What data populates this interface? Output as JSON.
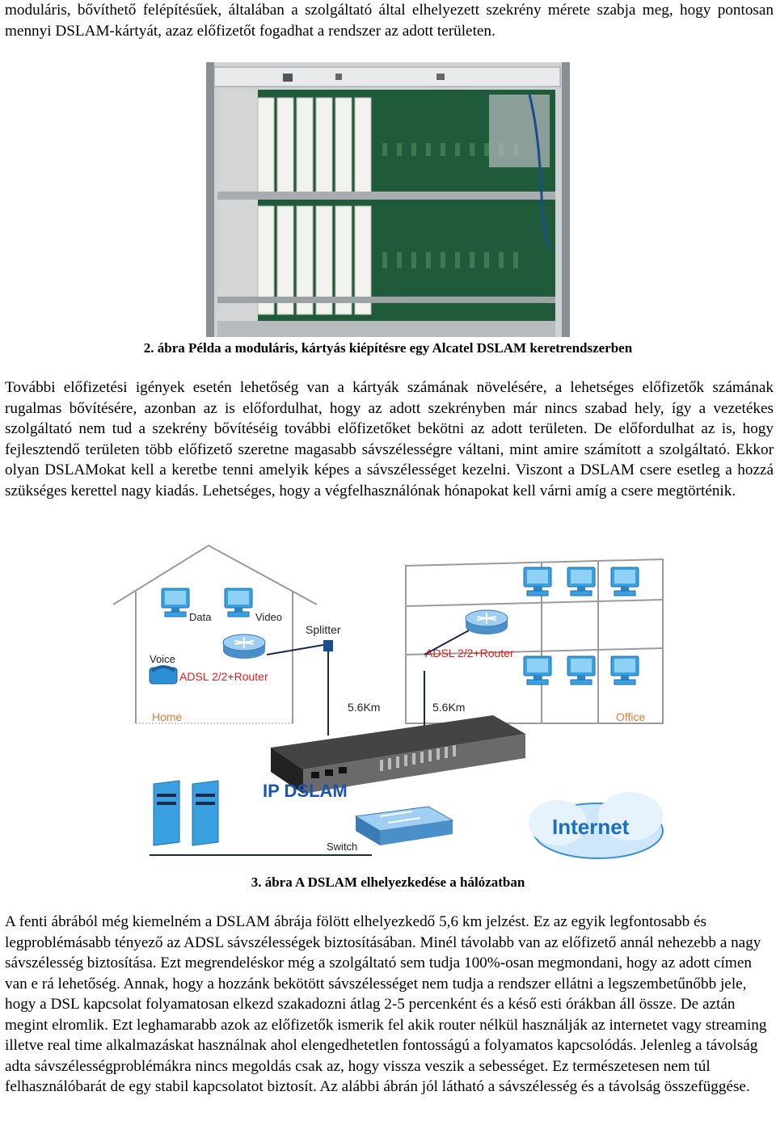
{
  "paragraphs": {
    "p1": "moduláris, bővíthető felépítésűek, általában a szolgáltató által elhelyezett szekrény mérete szabja meg, hogy pontosan mennyi DSLAM-kártyát, azaz előfizetőt fogadhat a rendszer az adott területen.",
    "p2": "További előfizetési igények esetén lehetőség van a kártyák számának növelésére, a lehetséges előfizetők számának rugalmas bővítésére, azonban az is előfordulhat, hogy az adott szekrényben már nincs szabad hely, így a vezetékes szolgáltató nem tud a szekrény bővítéséig további előfizetőket bekötni az adott területen. De előfordulhat az is, hogy fejlesztendő területen több előfizető szeretne magasabb sávszélességre váltani, mint amire számított a szolgáltató. Ekkor olyan DSLAMokat kell a keretbe tenni amelyik képes a sávszélességet kezelni. Viszont a DSLAM csere esetleg a hozzá szükséges kerettel nagy kiadás. Lehetséges, hogy a végfelhasználónak hónapokat kell várni amíg a csere megtörténik.",
    "p3": "A fenti ábrából még kiemelném a DSLAM ábrája fölött elhelyezkedő 5,6 km jelzést. Ez az egyik legfontosabb és legproblémásabb tényező az ADSL sávszélességek biztosításában. Minél távolabb van az előfizető annál nehezebb a nagy sávszélesség biztosítása. Ezt megrendeléskor még a szolgáltató sem tudja 100%-osan megmondani, hogy az adott címen van e rá lehetőség. Annak, hogy a hozzánk bekötött sávszélességet nem tudja a rendszer ellátni a legszembetűnőbb jele, hogy a DSL kapcsolat folyamatosan elkezd szakadozni átlag 2-5 percenként és a késő esti órákban áll össze. De aztán megint elromlik. Ezt leghamarabb azok az előfizetők ismerik fel akik router nélkül használják az internetet vagy streaming illetve real time alkalmazáskat használnak ahol elengedhetetlen fontosságú a folyamatos kapcsolódás. Jelenleg a távolság adta sávszélességproblémákra nincs megoldás csak az, hogy vissza veszik a sebességet. Ez természetesen nem túl felhasználóbarát de egy stabil kapcsolatot biztosít. Az alábbi ábrán jól látható a sávszélesség és a távolság összefüggése."
  },
  "captions": {
    "fig2": "2. ábra Példa a moduláris, kártyás kiépítésre egy Alcatel DSLAM keretrendszerben",
    "fig3": "3. ábra A DSLAM elhelyezkedése a hálózatban"
  },
  "diagram": {
    "data": "Data",
    "video": "Video",
    "voice": "Voice",
    "splitter": "Splitter",
    "router_home": "ADSL 2/2+Router",
    "router_office": "ADSL 2/2+Router",
    "home": "Home",
    "office": "Office",
    "dist1": "5.6Km",
    "dist2": "5.6Km",
    "ipdslam": "IP DSLAM",
    "switch": "Switch",
    "internet": "Internet"
  },
  "colors": {
    "router_text": "#e02020",
    "place_label": "#e07a3a",
    "dslam_text": "#1a56b0",
    "internet_text": "#1a6fc0",
    "pc_blue": "#3aa0e0",
    "board_green": "#1f5a3a"
  },
  "icons": [
    "dslam-rack-photo",
    "house-outline",
    "computer-icon",
    "router-icon",
    "telephone-icon",
    "splitter-icon",
    "dslam-device",
    "server-icon",
    "switch-icon",
    "cloud-icon"
  ]
}
